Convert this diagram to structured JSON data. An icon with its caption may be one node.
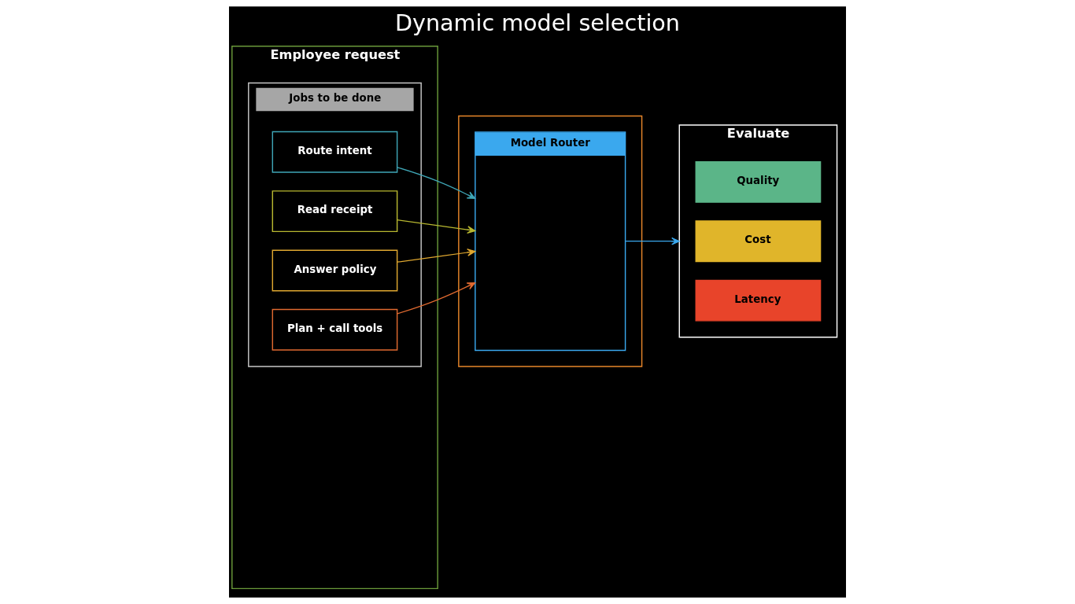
{
  "diagram": {
    "title": "Dynamic model selection",
    "nodes": [
      {
        "text": [
          "Employee request"
        ]
      },
      {
        "text": [
          "Jobs to be done"
        ],
        "in": 0
      },
      {
        "text": [
          "Route intent"
        ],
        "in": 1
      },
      {
        "text": [
          "Read receipt"
        ],
        "in": 1
      },
      {
        "text": [
          "Answer policy"
        ],
        "in": 1
      },
      {
        "text": [
          "Plan + call tools"
        ],
        "in": 1
      },
      {
        "text": [],
        "shape": "box"
      },
      {
        "text": [
          "Model Router"
        ],
        "in": 6
      },
      {
        "text": [
          "Evaluate"
        ]
      },
      {
        "text": [
          "Quality"
        ],
        "in": 8
      },
      {
        "text": [
          "Cost"
        ],
        "in": 8
      },
      {
        "text": [
          "Latency"
        ],
        "in": 8
      }
    ],
    "edges": [
      {
        "from": 2,
        "to": 7,
        "arrow": "to",
        "color": "#3fa6b6"
      },
      {
        "from": 3,
        "to": 7,
        "arrow": "to",
        "color": "#b8b830"
      },
      {
        "from": 4,
        "to": 7,
        "arrow": "to",
        "color": "#e0a830"
      },
      {
        "from": 5,
        "to": 7,
        "arrow": "to",
        "color": "#e06a30"
      },
      {
        "from": 7,
        "to": 8,
        "arrow": "to",
        "color": "#3aa8ee"
      }
    ]
  }
}
